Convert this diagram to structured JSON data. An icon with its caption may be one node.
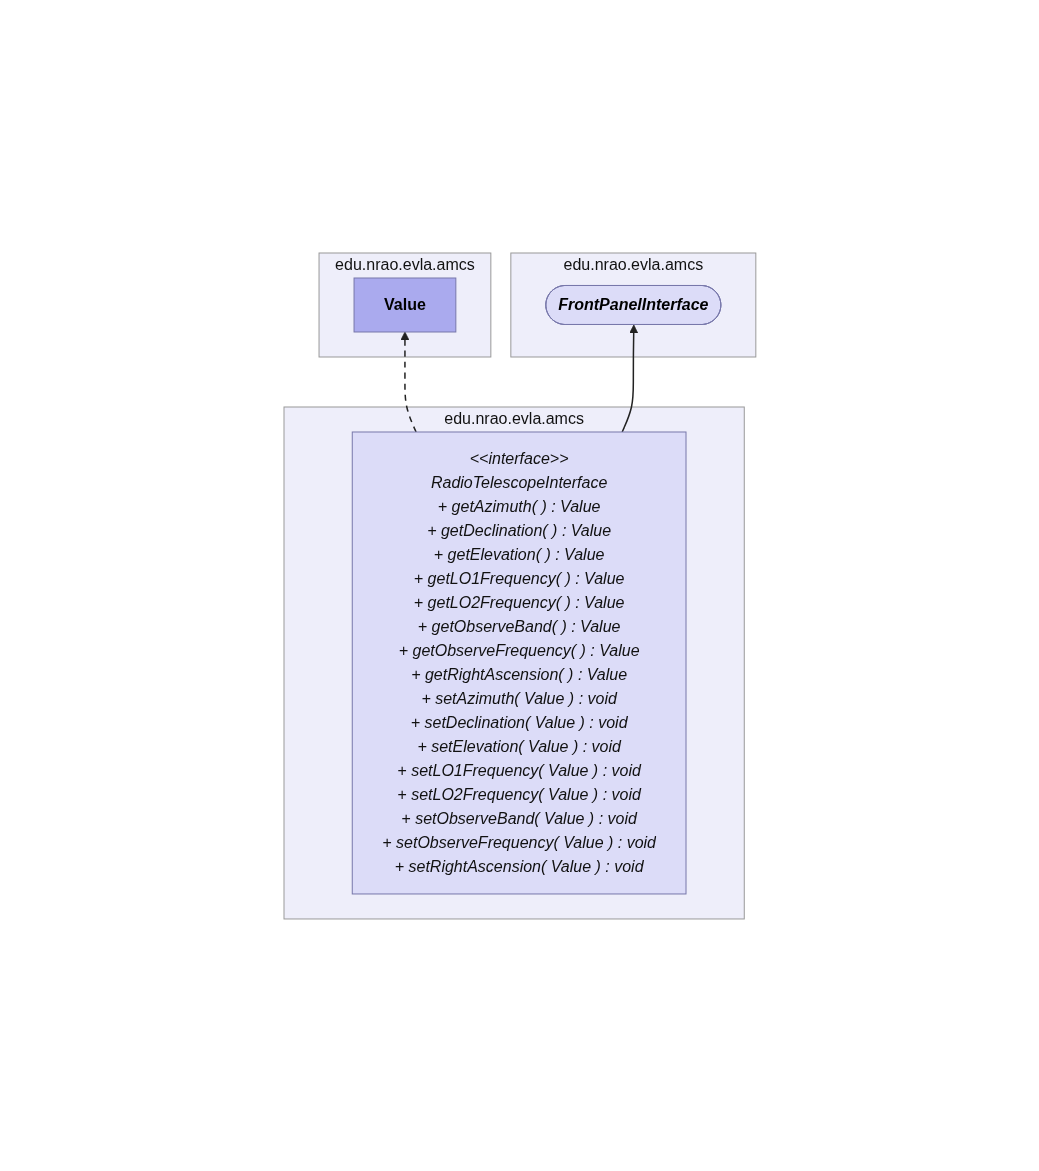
{
  "diagram": {
    "nodes": [
      {
        "text": [
          "edu.nrao.evla.amcs"
        ]
      },
      {
        "text": [
          "FrontPanelInterface"
        ],
        "in": 0
      },
      {
        "text": [
          "edu.nrao.evla.amcs"
        ]
      },
      {
        "text": [
          "<<interface>>",
          "RadioTelescopeInterface",
          "+ getAzimuth( ) : Value",
          "+ getDeclination( ) : Value",
          "+ getElevation( ) : Value",
          "+ getLO1Frequency( ) : Value",
          "+ getLO2Frequency( ) : Value",
          "+ getObserveBand( ) : Value",
          "+ getObserveFrequency( ) : Value",
          "+ getRightAscension( ) : Value",
          "+ setAzimuth( Value ) : void",
          "+ setDeclination( Value ) : void",
          "+ setElevation( Value ) : void",
          "+ setLO1Frequency( Value ) : void",
          "+ setLO2Frequency( Value ) : void",
          "+ setObserveBand( Value ) : void",
          "+ setObserveFrequency( Value ) : void",
          "+ setRightAscension( Value ) : void"
        ],
        "in": 2
      },
      {
        "text": [
          "edu.nrao.evla.amcs"
        ]
      },
      {
        "text": [
          "Value"
        ],
        "in": 4
      }
    ],
    "edges": [
      {
        "from": 3,
        "to": 1,
        "arrow": "to"
      },
      {
        "from": 3,
        "to": 5,
        "arrow": "to",
        "style": "dashed"
      }
    ]
  }
}
